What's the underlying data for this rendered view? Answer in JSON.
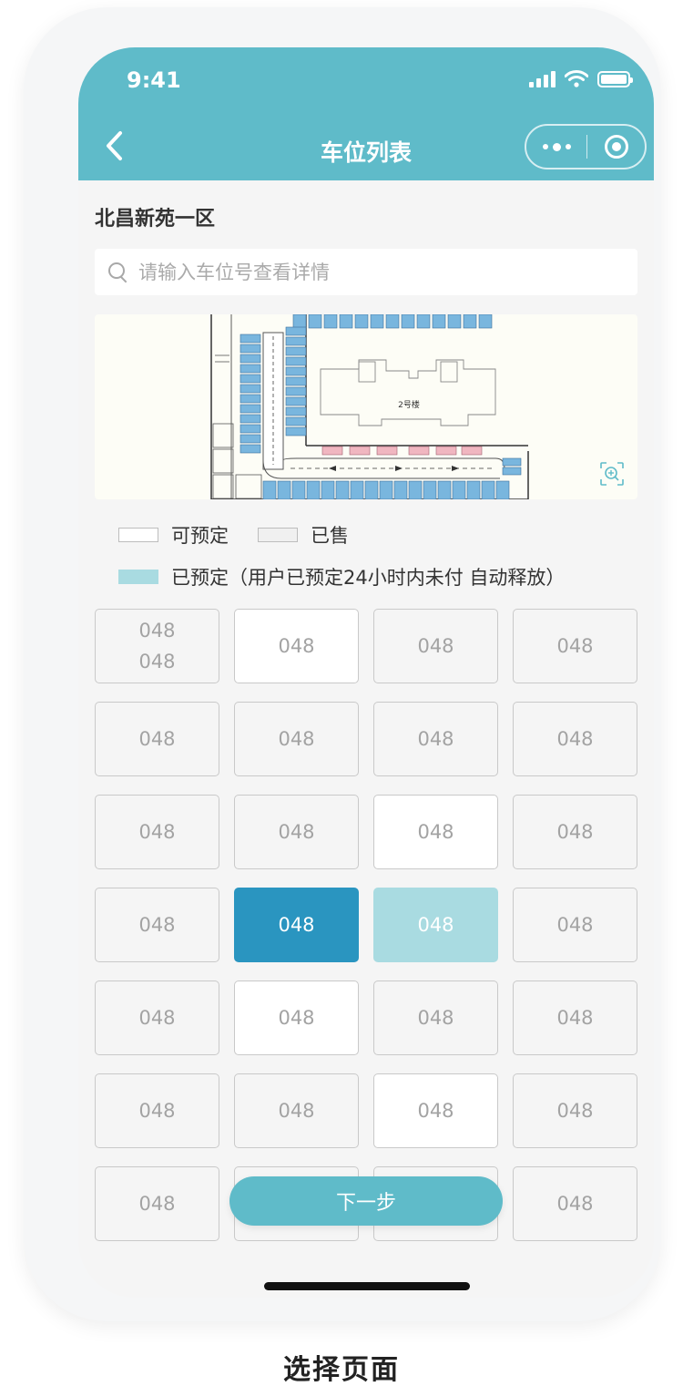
{
  "status_bar": {
    "time": "9:41"
  },
  "header": {
    "title": "车位列表"
  },
  "community": {
    "name": "北昌新苑一区"
  },
  "search": {
    "placeholder": "请输入车位号查看详情"
  },
  "map": {
    "building_label": "2号楼"
  },
  "legend": {
    "available": "可预定",
    "sold": "已售",
    "reserved": "已预定（用户已预定24小时内未付 自动释放）"
  },
  "colors": {
    "primary": "#5fbbc9",
    "selected": "#2a95c0",
    "reserved": "#a9dbe1",
    "sold": "#f5f5f5",
    "available": "#ffffff"
  },
  "slots": [
    {
      "label": "048",
      "label2": "048",
      "status": "sold"
    },
    {
      "label": "048",
      "status": "available"
    },
    {
      "label": "048",
      "status": "sold"
    },
    {
      "label": "048",
      "status": "sold"
    },
    {
      "label": "048",
      "status": "sold"
    },
    {
      "label": "048",
      "status": "sold"
    },
    {
      "label": "048",
      "status": "sold"
    },
    {
      "label": "048",
      "status": "sold"
    },
    {
      "label": "048",
      "status": "sold"
    },
    {
      "label": "048",
      "status": "sold"
    },
    {
      "label": "048",
      "status": "available"
    },
    {
      "label": "048",
      "status": "sold"
    },
    {
      "label": "048",
      "status": "sold"
    },
    {
      "label": "048",
      "status": "selected"
    },
    {
      "label": "048",
      "status": "reserved"
    },
    {
      "label": "048",
      "status": "sold"
    },
    {
      "label": "048",
      "status": "sold"
    },
    {
      "label": "048",
      "status": "available"
    },
    {
      "label": "048",
      "status": "sold"
    },
    {
      "label": "048",
      "status": "sold"
    },
    {
      "label": "048",
      "status": "sold"
    },
    {
      "label": "048",
      "status": "sold"
    },
    {
      "label": "048",
      "status": "available"
    },
    {
      "label": "048",
      "status": "sold"
    },
    {
      "label": "048",
      "status": "sold"
    },
    {
      "label": "048",
      "status": "sold"
    },
    {
      "label": "048",
      "status": "sold"
    },
    {
      "label": "048",
      "status": "sold"
    }
  ],
  "next_button": {
    "label": "下一步"
  },
  "caption": "选择页面"
}
